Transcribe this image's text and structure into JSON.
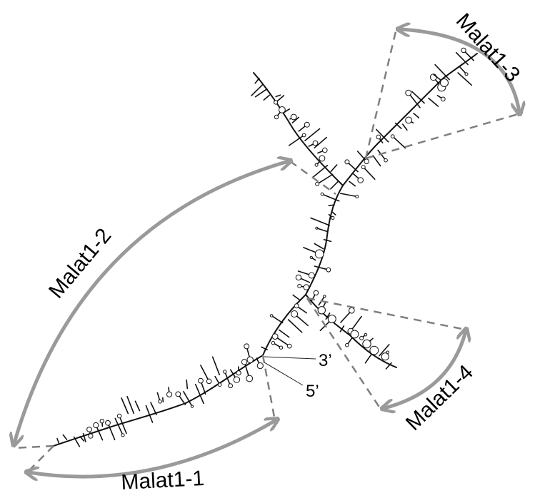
{
  "colors": {
    "background": "#ffffff",
    "structure_line": "#111111",
    "region_arrow": "#9a9a9a",
    "region_boundary": "#7f7f7f"
  },
  "regions": [
    {
      "id": "1",
      "label": "Malat1-1"
    },
    {
      "id": "2",
      "label": "Malat1-2"
    },
    {
      "id": "3",
      "label": "Malat1-3"
    },
    {
      "id": "4",
      "label": "Malat1-4"
    }
  ],
  "ends": {
    "three_prime": "3’",
    "five_prime": "5’"
  }
}
